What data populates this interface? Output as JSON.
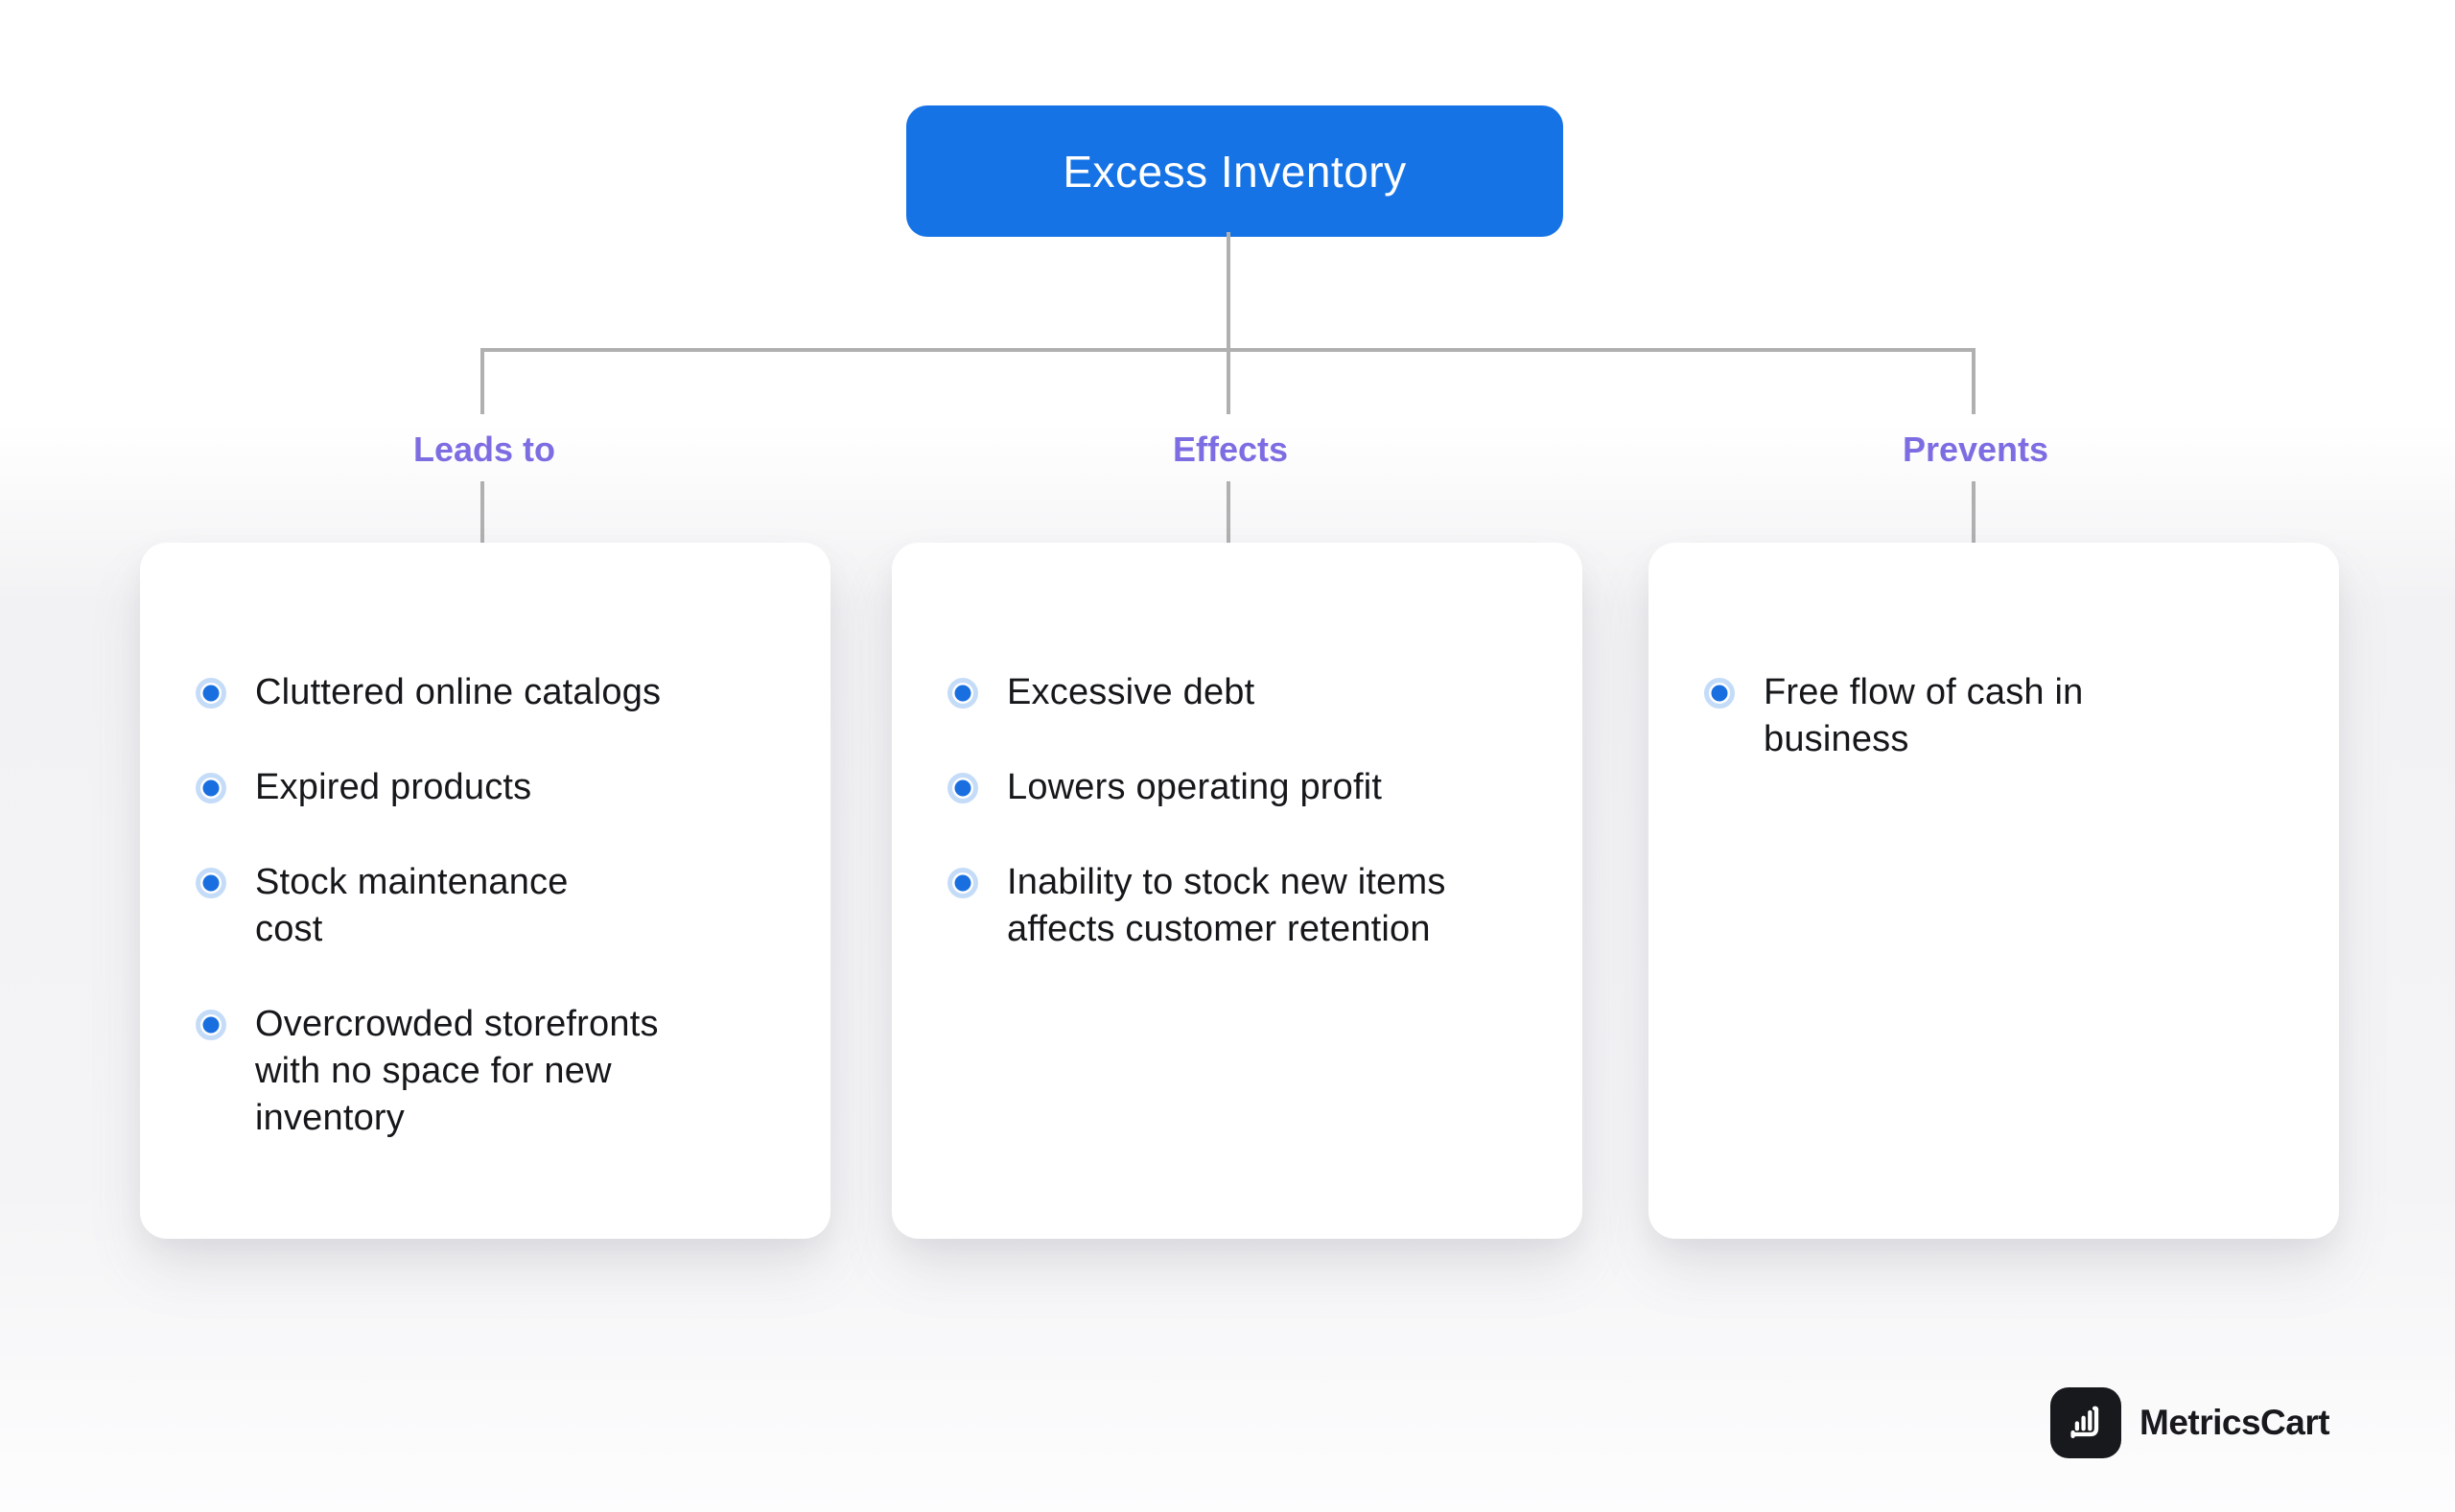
{
  "root_node": {
    "label": "Excess Inventory"
  },
  "branches": [
    {
      "label": "Leads to",
      "items": [
        "Cluttered online catalogs",
        "Expired products",
        "Stock maintenance\ncost",
        "Overcrowded storefronts\nwith no space for new\ninventory"
      ]
    },
    {
      "label": "Effects",
      "items": [
        "Excessive debt",
        "Lowers operating profit",
        "Inability to stock new items\naffects customer retention"
      ]
    },
    {
      "label": "Prevents",
      "items": [
        "Free flow of cash in\nbusiness"
      ]
    }
  ],
  "footer": {
    "brand": "MetricsCart",
    "logo_icon": "bar-chart-cart-icon"
  },
  "colors": {
    "root_bg": "#1673e6",
    "branch_label": "#7d6de2",
    "bullet_dot": "#1a6fe0",
    "bullet_ring": "#c5dcf8",
    "connector": "#b0b0b0",
    "body_text": "#15171a",
    "brand_dark": "#17191d"
  }
}
